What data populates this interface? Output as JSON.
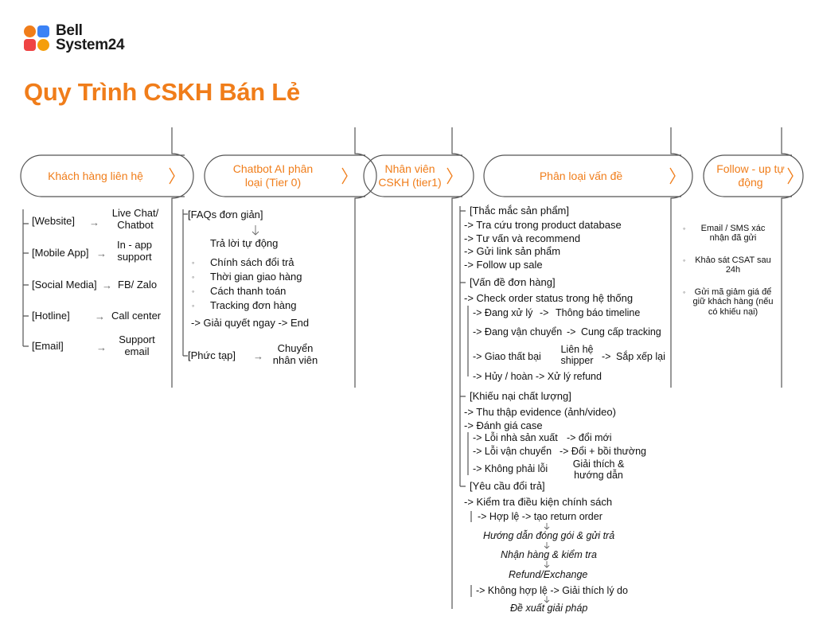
{
  "brand": {
    "line1": "Bell",
    "line2": "System24"
  },
  "title": "Quy Trình CSKH Bán Lẻ",
  "colors": {
    "accent": "#f07d1a",
    "line": "#555555",
    "logo": [
      "#f07d1a",
      "#3b82f6",
      "#ef4444",
      "#f59e0b"
    ]
  },
  "stages": {
    "s1": "Khách hàng liên hệ",
    "s2": "Chatbot AI phân loại (Tier 0)",
    "s3": "Nhân viên CSKH (tier1)",
    "s4": "Phân loại vấn đề",
    "s5": "Follow - up tự động"
  },
  "channels": [
    {
      "name": "[Website]",
      "target": "Live Chat/ Chatbot"
    },
    {
      "name": "[Mobile App]",
      "target": "In - app support"
    },
    {
      "name": "[Social Media]",
      "target": "FB/ Zalo"
    },
    {
      "name": "[Hotline]",
      "target": "Call center"
    },
    {
      "name": "[Email]",
      "target": "Support email"
    }
  ],
  "chatbot": {
    "faq_title": "[FAQs đơn giản]",
    "auto_reply": "Trả lời tự động",
    "items": [
      "Chính sách đổi trả",
      "Thời gian giao hàng",
      "Cách thanh toán",
      "Tracking đơn hàng"
    ],
    "resolve": "-> Giải quyết ngay -> End",
    "complex": "[Phức tạp]",
    "transfer": "Chuyển nhân viên"
  },
  "issues": {
    "product": {
      "title": "[Thắc mắc sản phẩm]",
      "steps": [
        "-> Tra cứu trong product database",
        "-> Tư vấn và recommend",
        "-> Gửi link sản phẩm",
        "-> Follow up sale"
      ]
    },
    "order": {
      "title": "[Vấn đề đơn hàng]",
      "check": "-> Check order status trong hệ thống",
      "r1a": "-> Đang xử lý",
      "r1b": "Thông báo timeline",
      "r2a": "-> Đang vận chuyển",
      "r2b": "Cung cấp tracking",
      "r3a": "-> Giao thất bại",
      "r3b": "Liên hệ shipper",
      "r3c": "Sắp xếp lại",
      "r4": "-> Hủy / hoàn -> Xử lý refund"
    },
    "quality": {
      "title": "[Khiếu nại chất lượng]",
      "s1": "-> Thu thập evidence (ảnh/video)",
      "s2": "-> Đánh giá case",
      "r1a": "-> Lỗi nhà sản xuất",
      "r1b": "-> đổi mới",
      "r2a": "-> Lỗi vận chuyển",
      "r2b": "-> Đổi + bồi thường",
      "r3a": "-> Không phải lỗi",
      "r3b": "Giải thích & hướng dẫn"
    },
    "return": {
      "title": "[Yêu cầu đổi trả]",
      "check": "-> Kiểm tra điều kiện chính sách",
      "valid": "-> Hợp lệ -> tạo return order",
      "v1": "Hướng dẫn đóng gói & gửi trả",
      "v2": "Nhận hàng & kiểm tra",
      "v3": "Refund/Exchange",
      "invalid": "-> Không hợp lệ -> Giải thích lý do",
      "i1": "Đề xuất giải pháp"
    }
  },
  "followup": [
    "Email / SMS xác nhận đã gửi",
    "Khảo sát CSAT sau 24h",
    "Gửi mã giảm giá để giữ khách hàng (nếu có khiếu nại)"
  ]
}
